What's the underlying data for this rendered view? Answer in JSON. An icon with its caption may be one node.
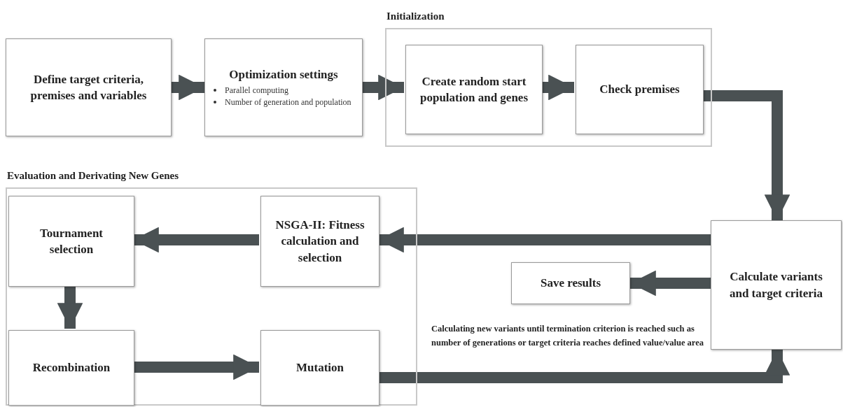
{
  "diagram": {
    "nodes": [
      {
        "text": [
          "Define target criteria, premises and variables"
        ]
      },
      {
        "text": [
          "Optimization settings",
          "Parallel computing",
          "Number of generation and population"
        ]
      },
      {
        "text": [
          "Initialization"
        ]
      },
      {
        "text": [
          "Create random start population and genes"
        ],
        "in": 2
      },
      {
        "text": [
          "Check premises"
        ],
        "in": 2
      },
      {
        "text": [
          "Evaluation and Derivating New Genes"
        ]
      },
      {
        "text": [
          "Tournament selection"
        ],
        "in": 5
      },
      {
        "text": [
          "NSGA-II: Fitness calculation and selection"
        ],
        "in": 5
      },
      {
        "text": [
          "Calculate variants and target criteria"
        ]
      },
      {
        "text": [
          "Save results"
        ]
      },
      {
        "text": [
          "Recombination"
        ],
        "in": 5
      },
      {
        "text": [
          "Mutation"
        ],
        "in": 5
      }
    ],
    "edges": [
      {
        "from": 0,
        "to": 1,
        "arrow": "to"
      },
      {
        "from": 1,
        "to": 3,
        "arrow": "to"
      },
      {
        "from": 3,
        "to": 4,
        "arrow": "to"
      },
      {
        "from": 4,
        "to": 8,
        "arrow": "to"
      },
      {
        "from": 8,
        "to": 7,
        "arrow": "to"
      },
      {
        "from": 8,
        "to": 9,
        "arrow": "to"
      },
      {
        "from": 7,
        "to": 6,
        "arrow": "to"
      },
      {
        "from": 6,
        "to": 10,
        "arrow": "to"
      },
      {
        "from": 10,
        "to": 11,
        "arrow": "to"
      },
      {
        "from": 11,
        "to": 8,
        "arrow": "to",
        "label": "Calculating new variants until termination criterion is reached such as number of generations or target criteria reaches defined value/value area"
      }
    ]
  }
}
